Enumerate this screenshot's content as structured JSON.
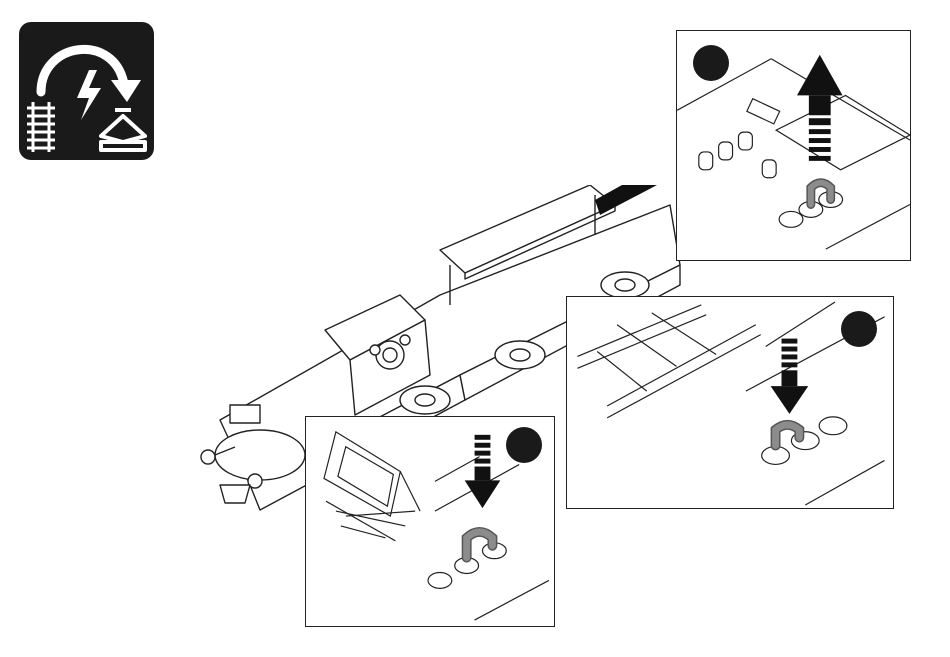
{
  "manual": {
    "mode_badge_icon": "power-switch-track-catenary-icon",
    "main_illustration_icon": "locomotive-chassis-icon",
    "steps": [
      {
        "panel": "top",
        "action": "remove-jumper",
        "arrow": "up",
        "icon": "jumper-plug-icon"
      },
      {
        "panel": "middle",
        "action": "insert-jumper",
        "arrow": "down",
        "icon": "jumper-plug-icon"
      },
      {
        "panel": "bottom",
        "action": "insert-jumper",
        "arrow": "down",
        "icon": "jumper-plug-icon"
      }
    ]
  },
  "colors": {
    "badge_background": "#1a1a1a",
    "line": "#222222",
    "plug_gray": "#8c8c8c",
    "background": "#ffffff"
  }
}
